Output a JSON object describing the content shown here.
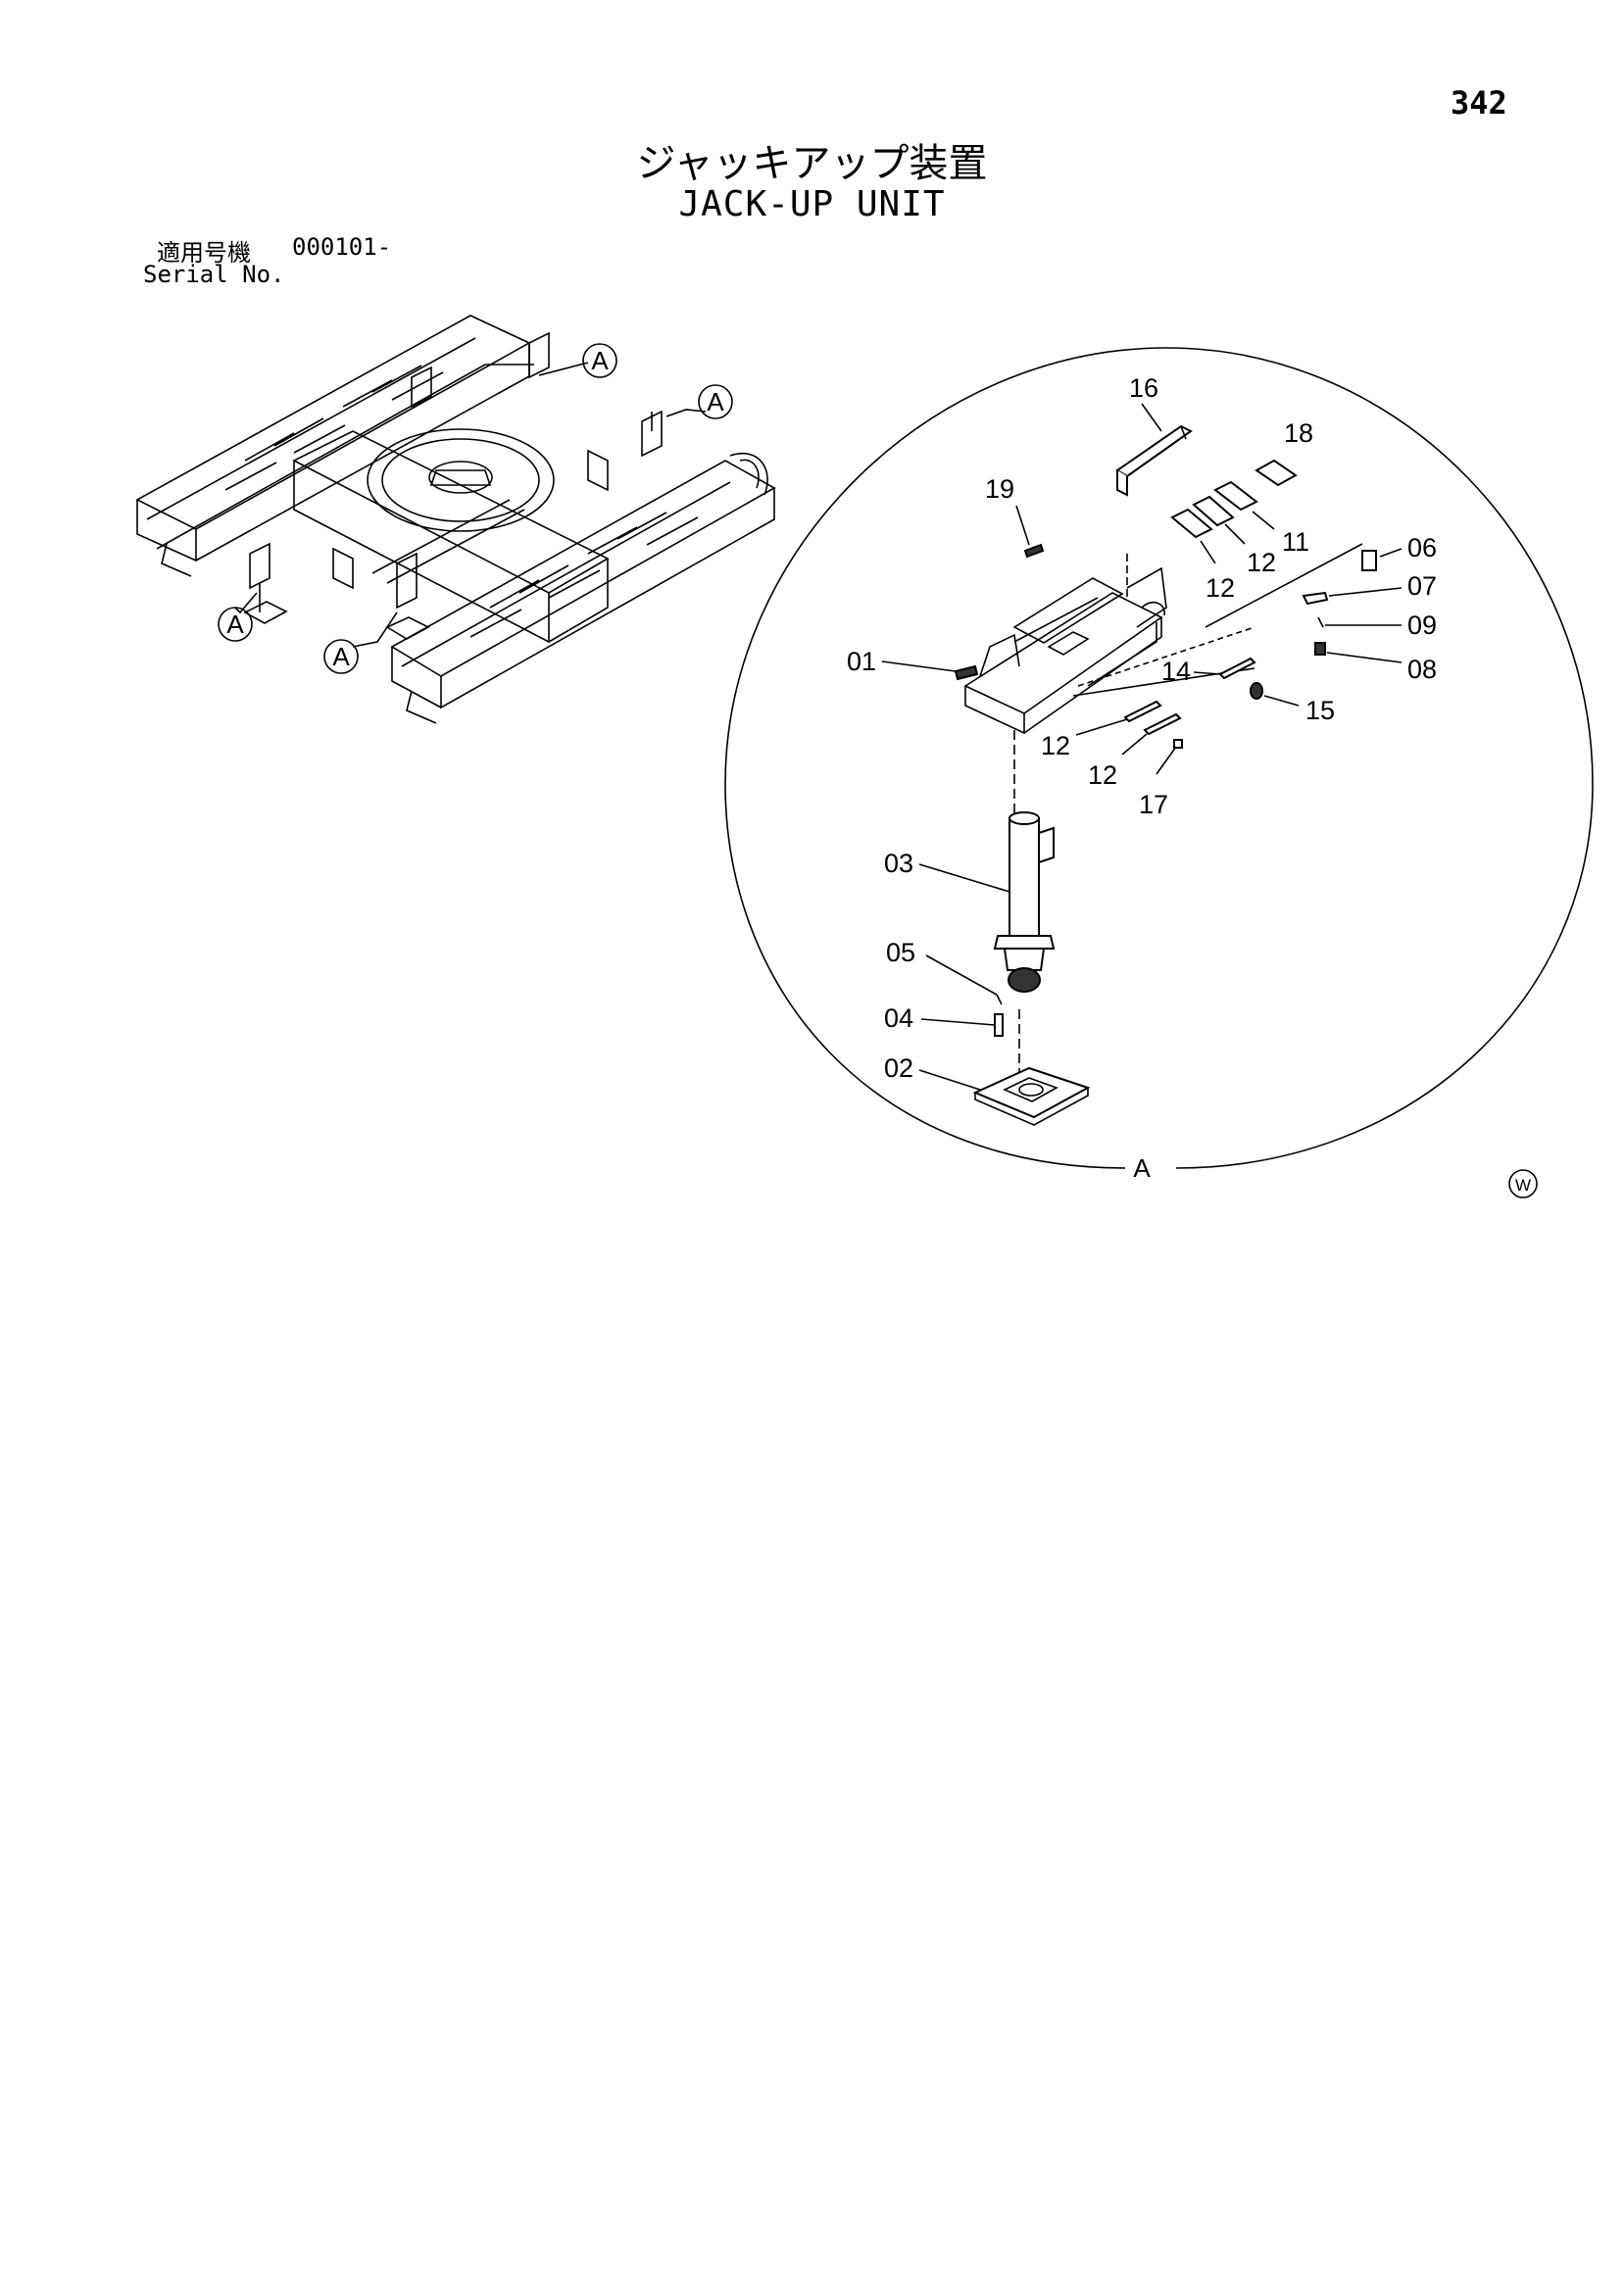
{
  "page": {
    "number": "342",
    "title_jp": "ジャッキアップ装置",
    "title_en": "JACK-UP UNIT",
    "serial_label_jp": "適用号機",
    "serial_value": "000101-",
    "serial_label_en": "Serial No."
  },
  "overview": {
    "callouts": [
      "A",
      "A",
      "A",
      "A"
    ]
  },
  "detail": {
    "view_label": "A",
    "part_labels": [
      "16",
      "18",
      "19",
      "11",
      "12",
      "12",
      "12",
      "06",
      "07",
      "09",
      "08",
      "01",
      "14",
      "15",
      "12",
      "12",
      "17",
      "03",
      "05",
      "04",
      "02"
    ]
  },
  "mark": "W"
}
